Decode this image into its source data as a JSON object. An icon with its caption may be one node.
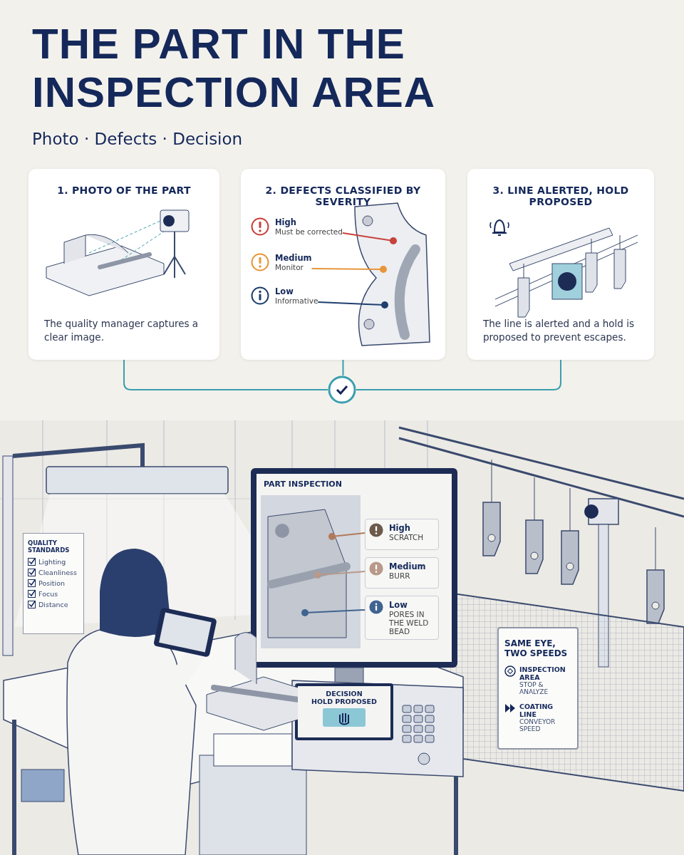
{
  "diagram": {
    "title": "THE PART IN THE INSPECTION AREA",
    "nodes": [
      {
        "text": [
          "1. PHOTO OF THE PART",
          "The quality manager captures a clear image."
        ]
      },
      {
        "text": [
          "2. DEFECTS CLASSIFIED BY SEVERITY"
        ]
      },
      {
        "text": [
          "High",
          "Must be corrected"
        ],
        "in": 1
      },
      {
        "text": [
          "Medium",
          "Monitor"
        ],
        "in": 1
      },
      {
        "text": [
          "Low",
          "Informative"
        ],
        "in": 1
      },
      {
        "text": [
          "3. LINE ALERTED, HOLD PROPOSED",
          "The line is alerted and a hold is proposed to prevent escapes."
        ]
      },
      {
        "text": [],
        "shape": "circle"
      },
      {
        "text": [
          "QUALITY STANDARDS",
          "Lighting",
          "Cleanliness",
          "Position",
          "Focus",
          "Distance"
        ]
      },
      {
        "text": [
          "PART INSPECTION"
        ]
      },
      {
        "text": [
          "High",
          "SCRATCH"
        ],
        "in": 8
      },
      {
        "text": [
          "Medium",
          "BURR"
        ],
        "in": 8
      },
      {
        "text": [
          "Low",
          "PORES IN THE WELD BEAD"
        ],
        "in": 8
      },
      {
        "text": [
          "DECISION",
          "HOLD PROPOSED"
        ]
      },
      {
        "text": [
          "SAME EYE, TWO SPEEDS",
          "INSPECTION AREA",
          "STOP & ANALYZE",
          "COATING LINE",
          "CONVEYOR SPEED"
        ]
      },
      {
        "text": [],
        "shape": "picture",
        "in": 1
      },
      {
        "text": [],
        "shape": "picture",
        "in": 8
      }
    ],
    "edges": [
      {
        "from": 0,
        "to": 6,
        "arrow": "none"
      },
      {
        "from": 1,
        "to": 6,
        "arrow": "none"
      },
      {
        "from": 5,
        "to": 6,
        "arrow": "none"
      },
      {
        "from": 2,
        "to": 14,
        "arrow": "other",
        "color": "#c8413b"
      },
      {
        "from": 3,
        "to": 14,
        "arrow": "other",
        "color": "#e8963a"
      },
      {
        "from": 4,
        "to": 14,
        "arrow": "other",
        "color": "#1f3f6e"
      },
      {
        "from": 9,
        "to": 15,
        "arrow": "other",
        "color": "#b07a5a"
      },
      {
        "from": 10,
        "to": 15,
        "arrow": "other",
        "color": "#b8998a"
      },
      {
        "from": 11,
        "to": 15,
        "arrow": "other",
        "color": "#3f6490"
      }
    ],
    "labels": [
      "Photo · Defects · Decision"
    ]
  }
}
